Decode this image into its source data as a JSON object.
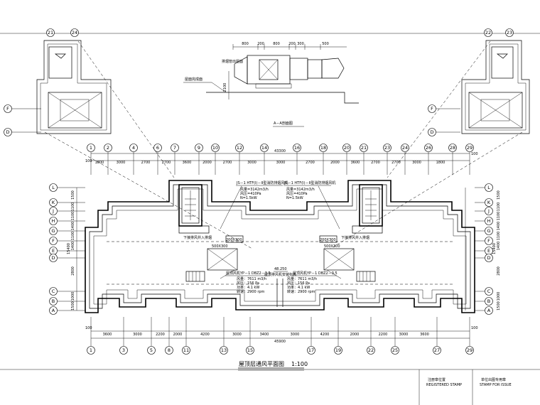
{
  "top_x_axes": [
    "1",
    "2",
    "4",
    "6",
    "7",
    "9",
    "10",
    "12",
    "14",
    "16",
    "18",
    "20",
    "21",
    "23",
    "24",
    "26",
    "28",
    "29"
  ],
  "top_dims": [
    "1800",
    "3000",
    "2700",
    "2700",
    "3600",
    "2000",
    "2700",
    "3000",
    "3000",
    "2700",
    "2000",
    "3600",
    "2700",
    "2700",
    "3000",
    "1800"
  ],
  "top_overall": "43300",
  "top_end": "100",
  "bottom_x_axes": [
    "1",
    "3",
    "5",
    "8",
    "11",
    "13",
    "15",
    "17",
    "19",
    "22",
    "25",
    "27",
    "29"
  ],
  "bottom_dims": [
    "3600",
    "3000",
    "2200",
    "2000",
    "4200",
    "3000",
    "3400",
    "3000",
    "4200",
    "2000",
    "2200",
    "3000",
    "3600"
  ],
  "bottom_overall": "45900",
  "bottom_end": "100",
  "y_axes": [
    "L",
    "K",
    "J",
    "H",
    "G",
    "F",
    "E",
    "D",
    "C",
    "B",
    "A"
  ],
  "left_y_dims": [
    "1500",
    "1100",
    "1100",
    "1400",
    "1100",
    "1400",
    "2800",
    "1000",
    "1500"
  ],
  "left_y_overall": "15400",
  "right_y_dims": [
    "1500",
    "1100",
    "1100",
    "1400",
    "1100",
    "1400",
    "2800",
    "1000",
    "1500"
  ],
  "right_y_overall": "15400",
  "section": {
    "dims": [
      "800",
      "200",
      "800",
      "200",
      "300",
      "500"
    ],
    "height_dim": "2100",
    "roof_label": "屋面完成面",
    "sub_label": "排烟管出屋面",
    "title": "A－A剖面图"
  },
  "detail_left": {
    "axes_top": [
      "21",
      "24"
    ],
    "axes_side": [
      "F",
      "D"
    ]
  },
  "detail_right": {
    "axes_top": [
      "22",
      "23"
    ],
    "axes_side": [
      "F",
      "D"
    ]
  },
  "units": [
    {
      "name": "JS－1 HTF(I)－II型消防排烟风机",
      "airflow": "风量=3142m3/h",
      "pressure": "风压=410Pa",
      "power": "N=1.5kW",
      "fan": "屋顶风机YP－1 DBZ2－3.5",
      "fan_airflow": "风量：7611 m3/h",
      "fan_pressure": "风压：156 Pa",
      "fan_power": "功率：4.1 kW",
      "fan_extra": "转速：2900 rpm",
      "shaft": "下接排风井入排烟",
      "duct": "200X300",
      "duct2": "500X300"
    },
    {
      "name": "JS－1 HTF(I)－II型消防排烟风机",
      "airflow": "风量=3142m3/h",
      "pressure": "风压=410Pa",
      "power": "N=1.5kW",
      "fan": "屋顶风机YP－1 DBZ2－3.5",
      "fan_airflow": "风量：7611 m3/h",
      "fan_pressure": "风压：156 Pa",
      "fan_power": "功率：4.1 kW",
      "fan_extra": "转速：2900 rpm",
      "shaft": "下接排风井入排烟",
      "duct": "200X300",
      "duct2": "500X300"
    }
  ],
  "elevation": "48.250",
  "elevation_note": "屋顶排风机安装标高",
  "plan_title": "屋顶层通风平面图",
  "plan_scale": "1:100",
  "stamp1": {
    "cn": "注册章位置",
    "en": "REGISTERED STAMP"
  },
  "stamp2": {
    "cn": "单位出图专用章",
    "en": "STAMP FOR ISSUE"
  }
}
